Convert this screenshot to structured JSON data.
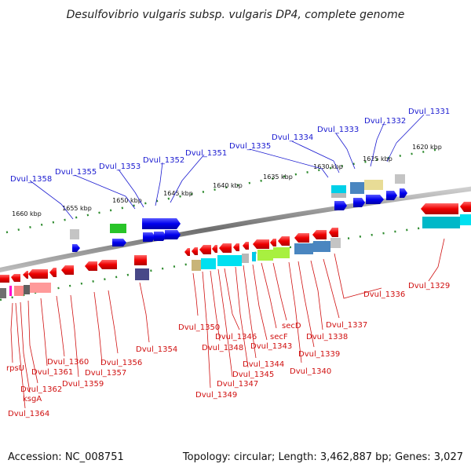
{
  "title": "Desulfovibrio vulgaris subsp. vulgaris DP4, complete genome",
  "footer": {
    "accession": "Accession: NC_008751",
    "topology": "Topology: circular; Length: 3,462,887 bp; Genes: 3,027"
  },
  "colors": {
    "backbone": "#7a7a7a",
    "top_label": "#1a1ad0",
    "bottom_label": "#d01010",
    "ticks": "#2e8b2e"
  },
  "scale_labels": [
    "1620 kbp",
    "1625 kbp",
    "1630 kbp",
    "1635 kbp",
    "1640 kbp",
    "1645 kbp",
    "1650 kbp",
    "1655 kbp",
    "1660 kbp"
  ],
  "top_genes": [
    "Dvul_1331",
    "Dvul_1332",
    "Dvul_1333",
    "Dvul_1334",
    "Dvul_1335",
    "Dvul_1351",
    "Dvul_1352",
    "Dvul_1353",
    "Dvul_1355",
    "Dvul_1358"
  ],
  "bottom_genes": [
    "Dvul_1329",
    "Dvul_1336",
    "Dvul_1337",
    "Dvul_1338",
    "Dvul_1339",
    "Dvul_1340",
    "secD",
    "secF",
    "Dvul_1343",
    "Dvul_1344",
    "Dvul_1345",
    "Dvul_1346",
    "Dvul_1347",
    "Dvul_1348",
    "Dvul_1349",
    "Dvul_1350",
    "Dvul_1354",
    "Dvul_1356",
    "Dvul_1357",
    "Dvul_1359",
    "Dvul_1360",
    "Dvul_1361",
    "Dvul_1362",
    "rpsU",
    "ksgA",
    "Dvul_1364"
  ]
}
